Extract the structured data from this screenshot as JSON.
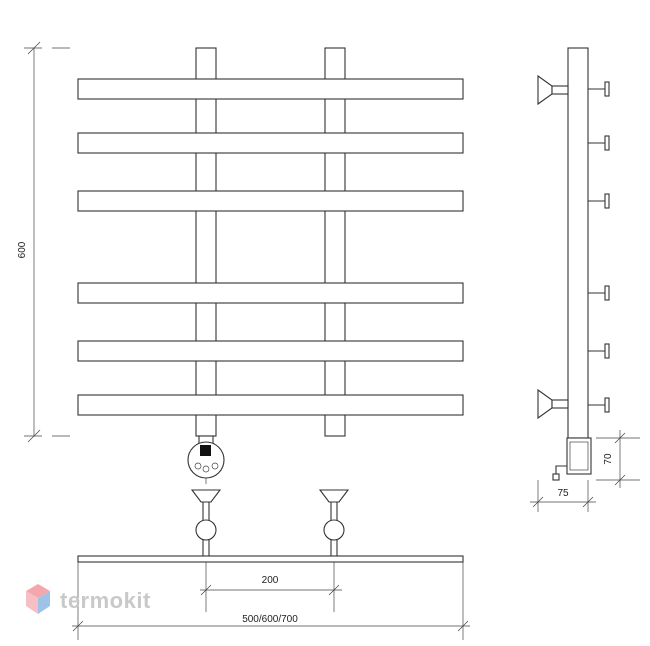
{
  "dimensions": {
    "height": "600",
    "pipe_spacing": "200",
    "width_options": "500/600/700",
    "depth": "75",
    "connector_height": "70"
  },
  "brand": {
    "name": "termokit"
  },
  "colors": {
    "line": "#333333",
    "logo_grey": "#c9c9c9",
    "logo_pink": "#f3a7ad",
    "logo_blue": "#9ec3e6"
  }
}
